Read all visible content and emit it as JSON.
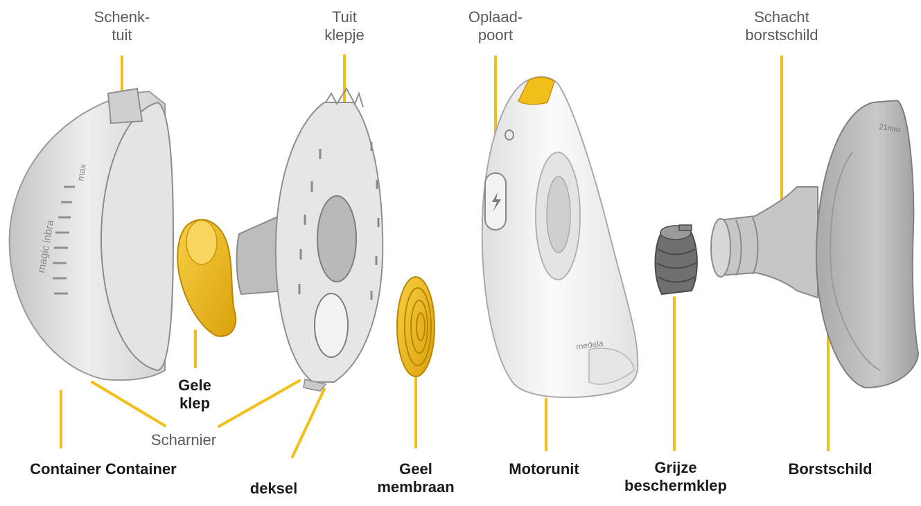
{
  "colors": {
    "accent": "#f2be1a",
    "part_light": "#e9e9e9",
    "part_mid": "#c7c7c7",
    "part_dark": "#8f8f8f",
    "text_light": "#5a5a5a",
    "text_bold": "#1a1a1a"
  },
  "labels": {
    "schenktuit": [
      "Schenk-",
      "tuit"
    ],
    "tuit_klepje": [
      "Tuit",
      "klepje"
    ],
    "oplaadpoort": [
      "Oplaad-",
      "poort"
    ],
    "schacht_borstschild": [
      "Schacht",
      "borstschild"
    ],
    "gele_klep": [
      "Gele",
      "klep"
    ],
    "scharnier": "Scharnier",
    "container": "Container Container",
    "deksel": "deksel",
    "geel_membraan": [
      "Geel",
      "membraan"
    ],
    "motorunit": "Motorunit",
    "grijze_beschermklep": [
      "Grijze",
      "beschermklep"
    ],
    "borstschild": "Borstschild"
  },
  "printed_marks": {
    "container_brand": "magic inbra",
    "container_max": "max",
    "motor_brand": "medela",
    "shield_size": "21mm"
  }
}
